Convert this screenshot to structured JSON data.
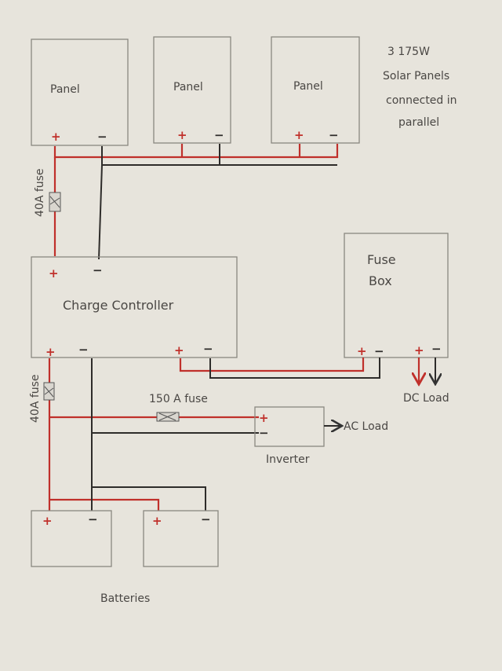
{
  "panels": [
    {
      "label": "Panel"
    },
    {
      "label": "Panel"
    },
    {
      "label": "Panel"
    }
  ],
  "panels_note": [
    "3 175W",
    "Solar Panels",
    "connected in",
    "parallel"
  ],
  "terminals": {
    "pos": "+",
    "neg": "−"
  },
  "fuse_top_label": "40A fuse",
  "charge_controller_label": "Charge Controller",
  "fuse_box_label": [
    "Fuse",
    "Box"
  ],
  "dc_load_label": "DC Load",
  "fuse_mid_label": "40A fuse",
  "fuse_150_label": "150 A fuse",
  "inverter_label": "Inverter",
  "ac_load_label": "AC Load",
  "batteries_label": "Batteries",
  "colors": {
    "positive_wire": "#c0302b",
    "negative_wire": "#2e2c2a",
    "paper": "#e7e4dc"
  }
}
